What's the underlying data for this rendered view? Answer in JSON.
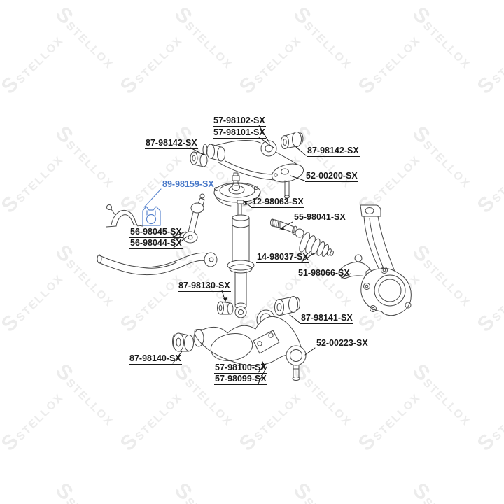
{
  "page": {
    "background": "#ffffff"
  },
  "watermark": {
    "brand_letter": "S",
    "brand_word": "STELLOX",
    "color": "#ececec"
  },
  "diagram": {
    "type": "parts-exploded-diagram",
    "subject": "front suspension and steering components",
    "line_color": "#474747",
    "highlight_color": "#4878c8",
    "labels": [
      {
        "part_number": "57-98102-SX",
        "highlighted": false
      },
      {
        "part_number": "57-98101-SX",
        "highlighted": false
      },
      {
        "part_number": "87-98142-SX",
        "highlighted": false
      },
      {
        "part_number": "87-98142-SX",
        "highlighted": false
      },
      {
        "part_number": "52-00200-SX",
        "highlighted": false
      },
      {
        "part_number": "12-98063-SX",
        "highlighted": false
      },
      {
        "part_number": "89-98159-SX",
        "highlighted": true
      },
      {
        "part_number": "56-98045-SX",
        "highlighted": false
      },
      {
        "part_number": "56-98044-SX",
        "highlighted": false
      },
      {
        "part_number": "55-98041-SX",
        "highlighted": false
      },
      {
        "part_number": "14-98037-SX",
        "highlighted": false
      },
      {
        "part_number": "51-98066-SX",
        "highlighted": false
      },
      {
        "part_number": "87-98130-SX",
        "highlighted": false
      },
      {
        "part_number": "87-98141-SX",
        "highlighted": false
      },
      {
        "part_number": "52-00223-SX",
        "highlighted": false
      },
      {
        "part_number": "57-98100-SX",
        "highlighted": false
      },
      {
        "part_number": "57-98099-SX",
        "highlighted": false
      },
      {
        "part_number": "87-98140-SX",
        "highlighted": false
      }
    ]
  }
}
